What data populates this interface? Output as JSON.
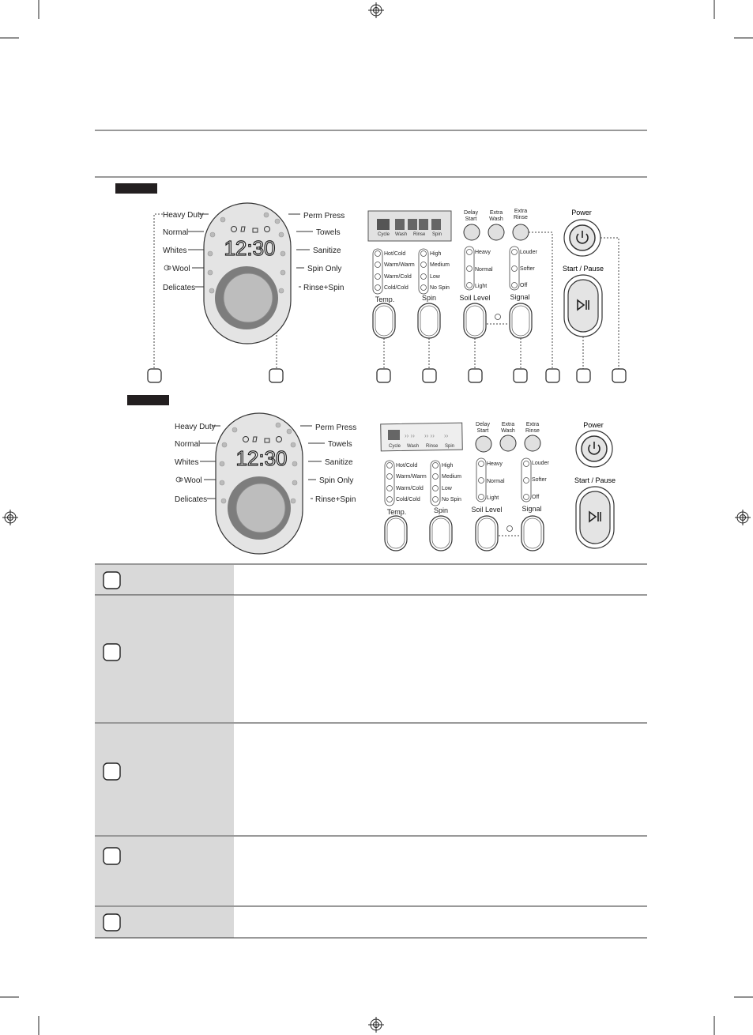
{
  "panel_a": {
    "dial": {
      "left_cycles": [
        "Heavy Duty",
        "Normal",
        "Whites",
        "Wool",
        "Delicates"
      ],
      "right_cycles": [
        "Perm Press",
        "Towels",
        "Sanitize",
        "Spin Only",
        "Rinse+Spin"
      ],
      "display_time": "12:30"
    },
    "status_stages": [
      "Cycle",
      "Wash",
      "Rinse",
      "Spin"
    ],
    "option_buttons": [
      "Delay Start",
      "Extra Wash",
      "Extra Rinse"
    ],
    "temp": {
      "label": "Temp.",
      "options": [
        "Hot/Cold",
        "Warm/Warm",
        "Warm/Cold",
        "Cold/Cold"
      ]
    },
    "spin": {
      "label": "Spin",
      "options": [
        "High",
        "Medium",
        "Low",
        "No Spin"
      ]
    },
    "soil": {
      "label": "Soil Level",
      "options": [
        "Heavy",
        "Normal",
        "Light"
      ]
    },
    "signal": {
      "label": "Signal",
      "options": [
        "Louder",
        "Softer",
        "Off"
      ]
    },
    "power_label": "Power",
    "start_label": "Start / Pause"
  },
  "panel_b": {
    "dial": {
      "left_cycles": [
        "Heavy Duty",
        "Normal",
        "Whites",
        "Wool",
        "Delicates"
      ],
      "right_cycles": [
        "Perm Press",
        "Towels",
        "Sanitize",
        "Spin Only",
        "Rinse+Spin"
      ],
      "display_time": "12:30"
    },
    "status_stages": [
      "Cycle",
      "Wash",
      "Rinse",
      "Spin"
    ],
    "option_buttons": [
      "Delay Start",
      "Extra Wash",
      "Extra Rinse"
    ],
    "temp": {
      "label": "Temp.",
      "options": [
        "Hot/Cold",
        "Warm/Warm",
        "Warm/Cold",
        "Cold/Cold"
      ]
    },
    "spin": {
      "label": "Spin",
      "options": [
        "High",
        "Medium",
        "Low",
        "No Spin"
      ]
    },
    "soil": {
      "label": "Soil Level",
      "options": [
        "Heavy",
        "Normal",
        "Light"
      ]
    },
    "signal": {
      "label": "Signal",
      "options": [
        "Louder",
        "Softer",
        "Off"
      ]
    },
    "power_label": "Power",
    "start_label": "Start / Pause"
  },
  "colors": {
    "dial_body": "#e4e4e4",
    "knob": "#bdbdbd",
    "knob_ring": "#7d7d7d",
    "table_label_bg": "#d9d9d9",
    "tag_bg": "#231f20"
  }
}
